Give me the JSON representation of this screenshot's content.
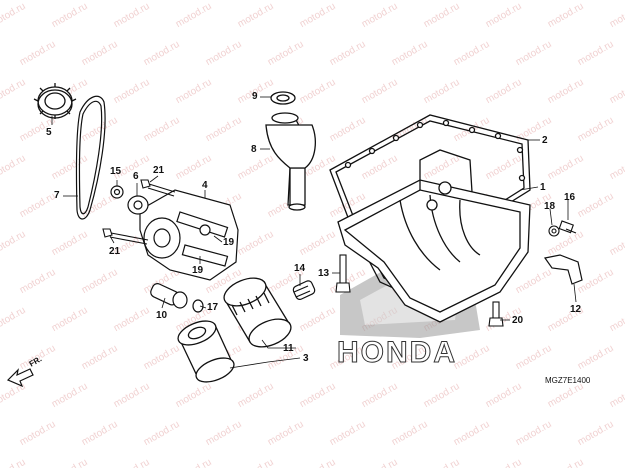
{
  "diagram": {
    "watermark_text": "motod.ru",
    "brand_text": "HONDA",
    "diagram_code": "MGZ7E1400",
    "direction_label": "FR.",
    "callouts": [
      {
        "id": "c5",
        "text": "5"
      },
      {
        "id": "c7",
        "text": "7"
      },
      {
        "id": "c15",
        "text": "15"
      },
      {
        "id": "c6",
        "text": "6"
      },
      {
        "id": "c21a",
        "text": "21"
      },
      {
        "id": "c4",
        "text": "4"
      },
      {
        "id": "c19a",
        "text": "19"
      },
      {
        "id": "c19b",
        "text": "19"
      },
      {
        "id": "c21b",
        "text": "21"
      },
      {
        "id": "c9",
        "text": "9"
      },
      {
        "id": "c8",
        "text": "8"
      },
      {
        "id": "c2",
        "text": "2"
      },
      {
        "id": "c1",
        "text": "1"
      },
      {
        "id": "c16",
        "text": "16"
      },
      {
        "id": "c18",
        "text": "18"
      },
      {
        "id": "c13",
        "text": "13"
      },
      {
        "id": "c14",
        "text": "14"
      },
      {
        "id": "c12",
        "text": "12"
      },
      {
        "id": "c10",
        "text": "10"
      },
      {
        "id": "c17",
        "text": "17"
      },
      {
        "id": "c20",
        "text": "20"
      },
      {
        "id": "c11",
        "text": "11"
      },
      {
        "id": "c3",
        "text": "3"
      }
    ]
  }
}
